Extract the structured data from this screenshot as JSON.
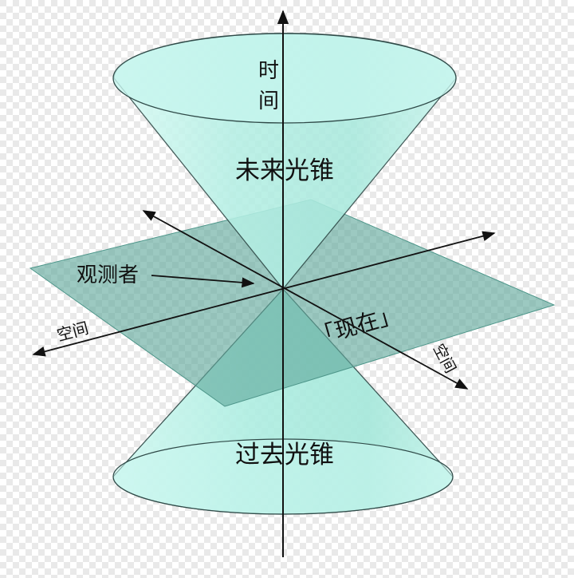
{
  "labels": {
    "time": "时间",
    "future_cone": "未来光锥",
    "past_cone": "过去光锥",
    "observer": "观测者",
    "space_left": "空间",
    "space_right": "空间",
    "present": "「现在」"
  },
  "colors": {
    "cone_fill": "#b8f0e6",
    "cone_rim": "#c6f5ed",
    "cone_stroke": "#2f4a48",
    "plane_fill": "#5fa89b",
    "axis": "#111111"
  }
}
